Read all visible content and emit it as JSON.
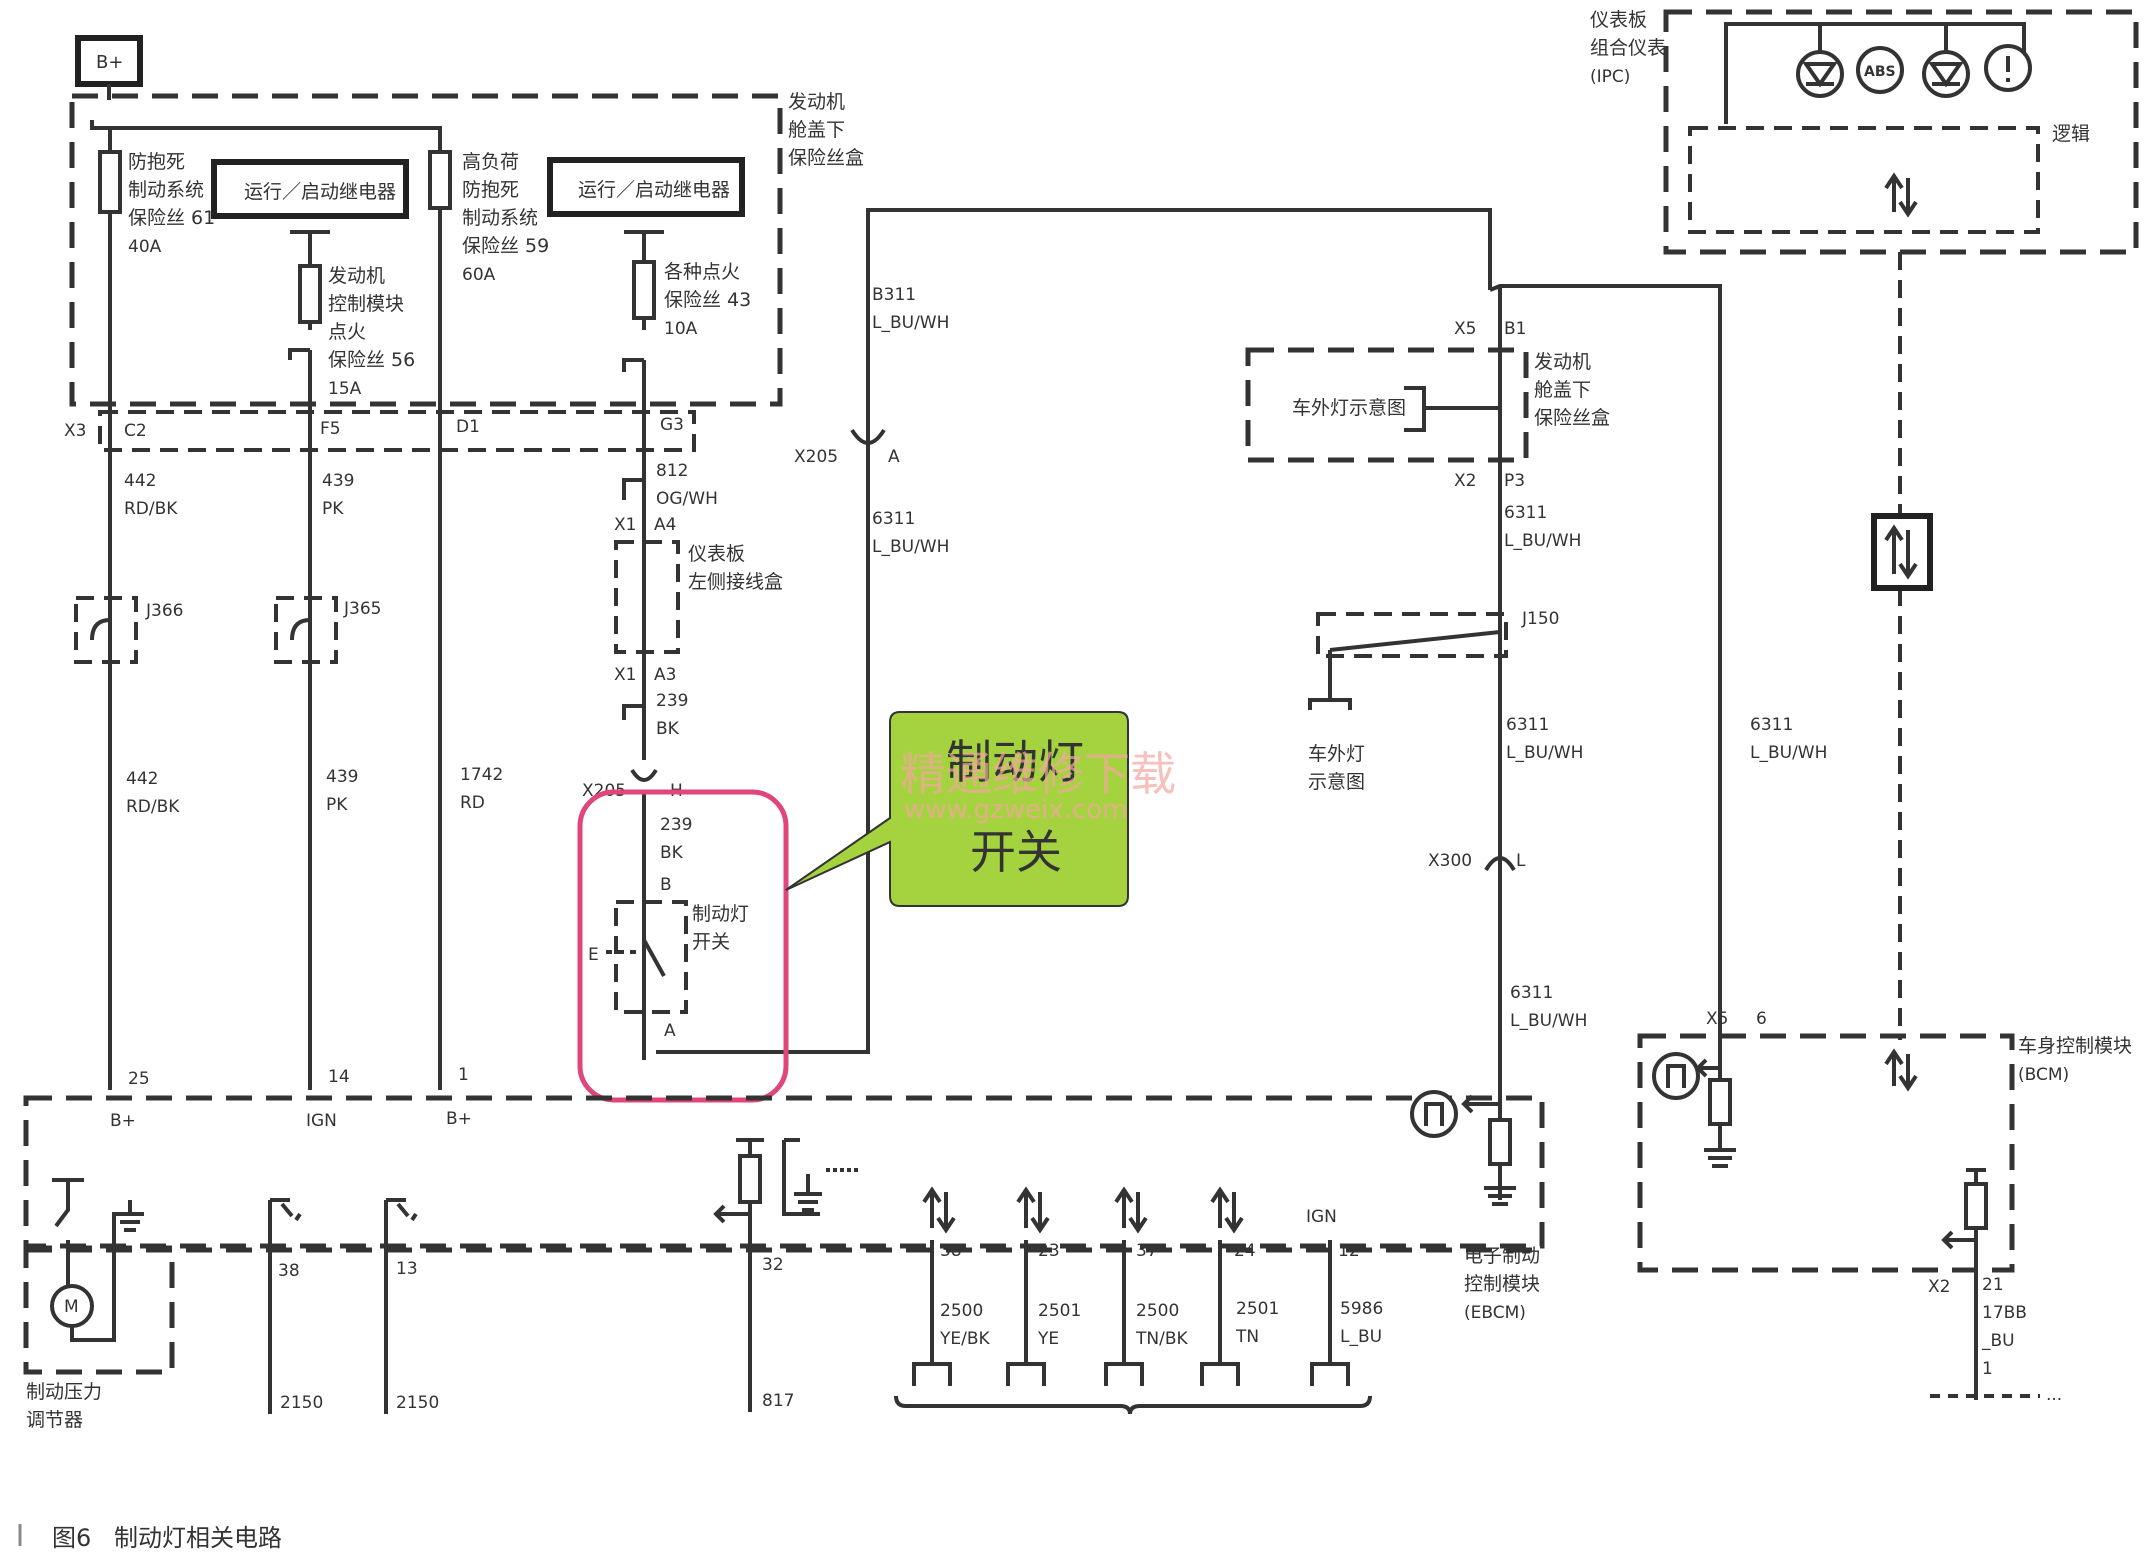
{
  "labels": {
    "bplus_top": "B+",
    "underhood_box_1": [
      "发动机",
      "舱盖下",
      "保险丝盒"
    ],
    "relay1": "运行／启动继电器",
    "relay2": "运行／启动继电器",
    "fuse61": [
      "防抱死",
      "制动系统 1",
      "保险丝 61",
      "40A"
    ],
    "fuse59": [
      "高负荷",
      "防抱死",
      "制动系统",
      "保险丝 59",
      "60A"
    ],
    "fuse56": [
      "发动机",
      "控制模块",
      "点火",
      "保险丝 56",
      "15A"
    ],
    "fuse43": [
      "各种点火",
      "保险丝 43",
      "10A"
    ],
    "x3": "X3",
    "c2": "C2",
    "f5": "F5",
    "d1": "D1",
    "g3": "G3",
    "w442a": [
      "442",
      "RD/BK"
    ],
    "w439a": [
      "439",
      "PK"
    ],
    "j366": "J366",
    "j365": "J365",
    "w442b": [
      "442",
      "RD/BK"
    ],
    "w439b": [
      "439",
      "PK"
    ],
    "w1742": [
      "1742",
      "RD"
    ],
    "w812": [
      "812",
      "OG/WH"
    ],
    "x1_a4": [
      "X1",
      "A4"
    ],
    "ip_junction": [
      "仪表板",
      "左侧接线盒"
    ],
    "x1_a3": [
      "X1",
      "A3"
    ],
    "w239a": [
      "239",
      "BK"
    ],
    "x205_h": [
      "X205",
      "H"
    ],
    "w239b": [
      "239",
      "BK"
    ],
    "pin_b": "B",
    "brake_switch": [
      "制动灯",
      "开关"
    ],
    "pin_e": "E",
    "pin_a_switch": "A",
    "callout": [
      "制动灯",
      "开关"
    ],
    "watermark": [
      "精通维修下载",
      "www.gzweix.com"
    ],
    "b311": [
      "B311",
      "L_BU/WH"
    ],
    "x205_a": [
      "X205",
      "A"
    ],
    "w6311_mid": [
      "6311",
      "L_BU/WH"
    ],
    "x5_b1": [
      "X5",
      "B1"
    ],
    "exterior_box": "车外灯示意图",
    "underhood_box_2": [
      "发动机",
      "舱盖下",
      "保险丝盒"
    ],
    "x2_p3": [
      "X2",
      "P3"
    ],
    "w6311_r1": [
      "6311",
      "L_BU/WH"
    ],
    "j150": "J150",
    "exterior_lamp": [
      "车外灯",
      "示意图"
    ],
    "w6311_r2": [
      "6311",
      "L_BU/WH"
    ],
    "x300_l": [
      "X300",
      "L"
    ],
    "w6311_r3": [
      "6311",
      "L_BU/WH"
    ],
    "w6311_far": [
      "6311",
      "L_BU/WH"
    ],
    "ipc": [
      "仪表板",
      "组合仪表",
      "(IPC)"
    ],
    "logic": "逻辑",
    "abs_icon_text": "ABS",
    "bcm": [
      "车身控制模块",
      "(BCM)"
    ],
    "x5_6": [
      "X5",
      "6"
    ],
    "x2_21": [
      "X2",
      "21"
    ],
    "w17bb": [
      "17BB",
      "_BU",
      "1"
    ],
    "bcm_cut": "...",
    "pin25": "25",
    "pin14": "14",
    "pin1": "1",
    "ebcm_bplus1": "B+",
    "ebcm_ign": "IGN",
    "ebcm_bplus2": "B+",
    "ebcm": [
      "电子制动",
      "控制模块",
      "(EBCM)"
    ],
    "pins": [
      "38",
      "13",
      "32",
      "38",
      "23",
      "37",
      "24",
      "12"
    ],
    "bottom_wires": [
      "2150",
      "2150",
      "817"
    ],
    "data_wires": [
      [
        "2500",
        "YE/BK"
      ],
      [
        "2501",
        "YE"
      ],
      [
        "2500",
        "TN/BK"
      ],
      [
        "2501",
        "TN"
      ],
      [
        "5986",
        "L_BU"
      ]
    ],
    "ign_small": "IGN",
    "modulator": [
      "制动压力",
      "调节器"
    ],
    "motor": "M",
    "caption_prefix": "图6",
    "caption_text": "制动灯相关电路"
  },
  "colors": {
    "line": "#333333",
    "callout_fill": "#a5d33f",
    "highlight_ring": "#e0467a",
    "watermark": "#f4a6a0"
  }
}
